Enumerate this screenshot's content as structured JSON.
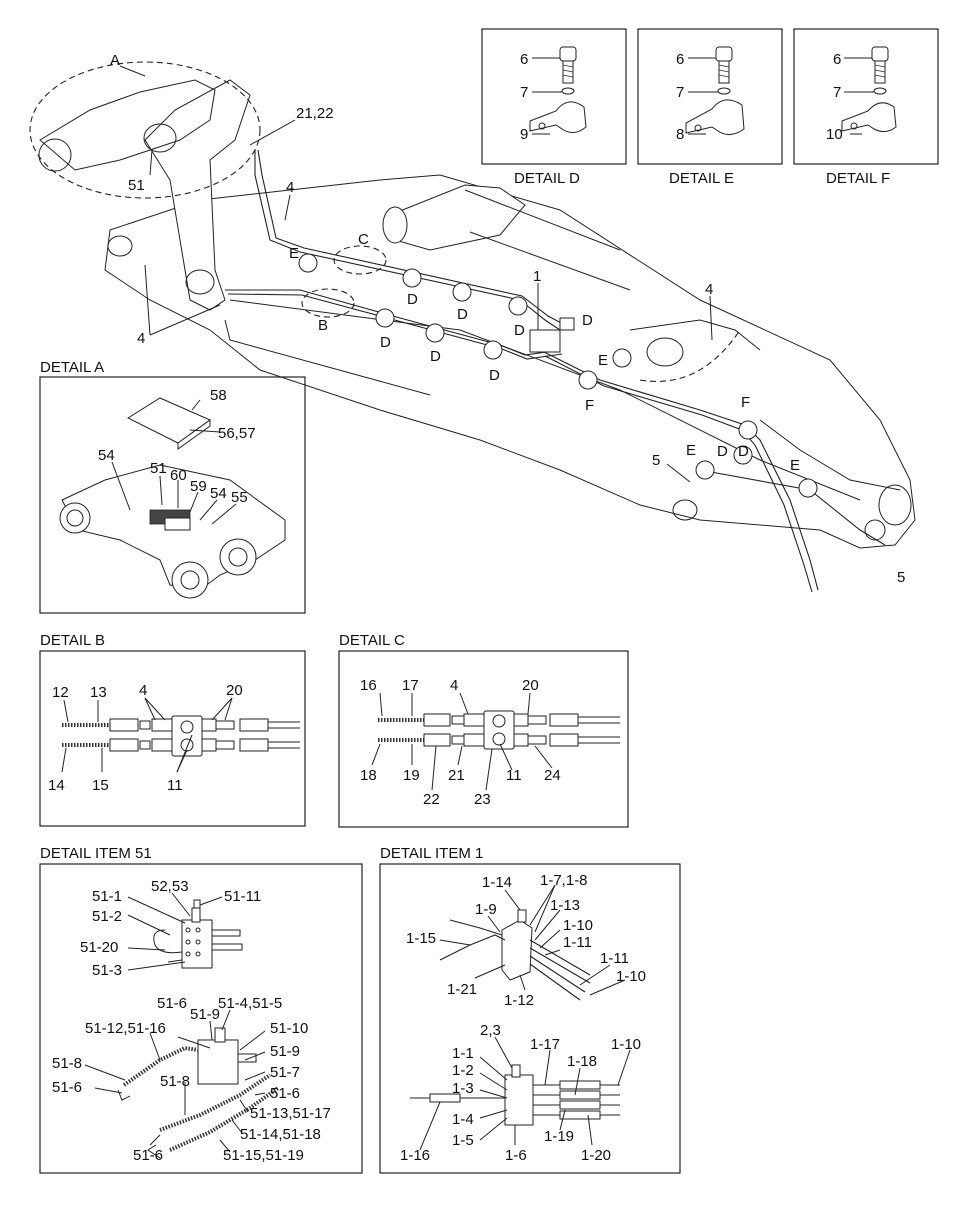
{
  "details": {
    "detail_d": {
      "title": "DETAIL D",
      "labels": [
        "6",
        "7",
        "9"
      ]
    },
    "detail_e": {
      "title": "DETAIL E",
      "labels": [
        "6",
        "7",
        "8"
      ]
    },
    "detail_f": {
      "title": "DETAIL F",
      "labels": [
        "6",
        "7",
        "10"
      ]
    },
    "detail_a": {
      "title": "DETAIL A",
      "labels": [
        "58",
        "56,57",
        "54",
        "51",
        "60",
        "59",
        "54",
        "55"
      ]
    },
    "detail_b": {
      "title": "DETAIL B",
      "labels": [
        "12",
        "13",
        "4",
        "20",
        "14",
        "15",
        "11"
      ]
    },
    "detail_c": {
      "title": "DETAIL C",
      "labels": [
        "16",
        "17",
        "4",
        "20",
        "18",
        "19",
        "21",
        "11",
        "24",
        "22",
        "23"
      ]
    },
    "detail_51": {
      "title": "DETAIL ITEM 51",
      "labels": [
        "51-1",
        "52,53",
        "51-11",
        "51-2",
        "51-20",
        "51-3",
        "51-6",
        "51-4,51-5",
        "51-12,51-16",
        "51-9",
        "51-10",
        "51-9",
        "51-8",
        "51-7",
        "51-6",
        "51-8",
        "51-6",
        "51-13,51-17",
        "51-14,51-18",
        "51-6",
        "51-15,51-19"
      ]
    },
    "detail_1": {
      "title": "DETAIL ITEM 1",
      "labels": [
        "1-14",
        "1-7,1-8",
        "1-9",
        "1-13",
        "1-10",
        "1-15",
        "1-11",
        "1-11",
        "1-10",
        "1-21",
        "1-12",
        "2,3",
        "1-1",
        "1-17",
        "1-10",
        "1-2",
        "1-18",
        "1-3",
        "1-4",
        "1-19",
        "1-5",
        "1-16",
        "1-6",
        "1-20"
      ]
    }
  },
  "main": {
    "labels": [
      "A",
      "21,22",
      "51",
      "4",
      "C",
      "E",
      "4",
      "1",
      "D",
      "D",
      "B",
      "D",
      "D",
      "D",
      "D",
      "4",
      "D",
      "D",
      "E",
      "F",
      "F",
      "5",
      "E",
      "D",
      "E",
      "5"
    ]
  }
}
